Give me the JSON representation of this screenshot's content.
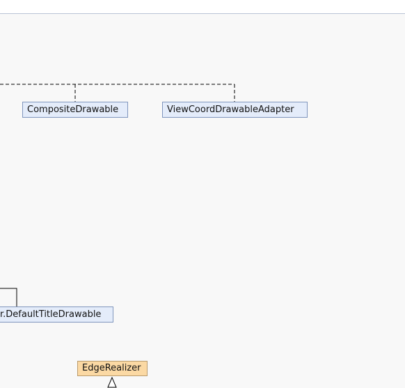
{
  "diagram": {
    "nodes": [
      {
        "id": "composite-drawable",
        "label": "CompositeDrawable",
        "kind": "interface"
      },
      {
        "id": "view-coord-drawable-adapter",
        "label": "ViewCoordDrawableAdapter",
        "kind": "interface"
      },
      {
        "id": "default-title-drawable",
        "label": "r.DefaultTitleDrawable",
        "kind": "interface"
      },
      {
        "id": "edge-realizer",
        "label": "EdgeRealizer",
        "kind": "class"
      }
    ],
    "edges": [
      {
        "from": "composite-drawable",
        "to": "left-offscreen",
        "style": "dashed"
      },
      {
        "from": "view-coord-drawable-adapter",
        "to": "left-offscreen",
        "style": "dashed"
      },
      {
        "from": "default-title-drawable",
        "to": "left-offscreen",
        "style": "solid"
      },
      {
        "from": "below-offscreen",
        "to": "edge-realizer",
        "style": "solid-inheritance-arrow"
      }
    ],
    "colors": {
      "background": "#f8f8f8",
      "interface_fill": "#e4ecfa",
      "interface_border": "#7f95bd",
      "class_fill": "#fbd9a4",
      "class_border": "#b99b6e",
      "line": "#000000"
    }
  }
}
